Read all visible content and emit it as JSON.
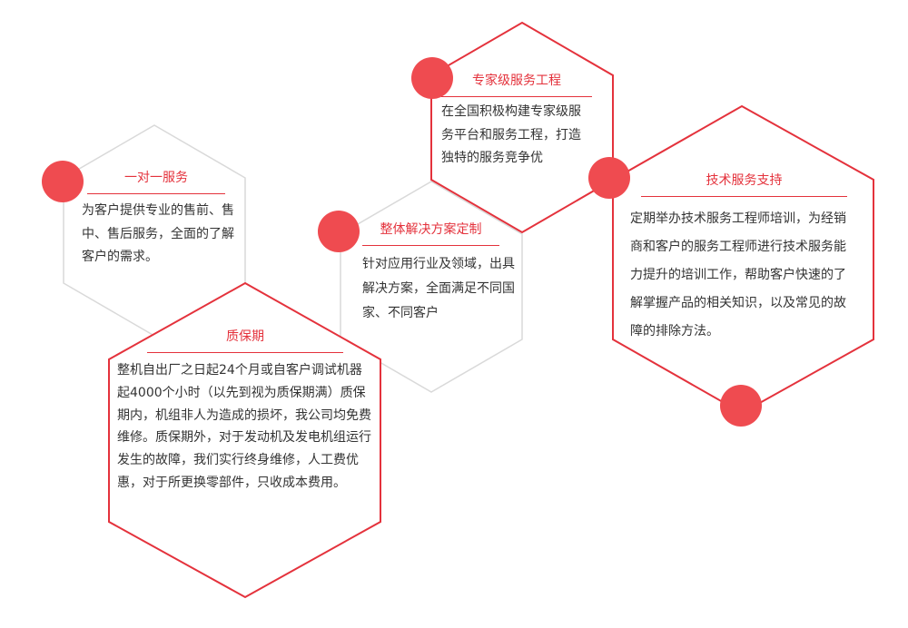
{
  "colors": {
    "accent": "#e4323c",
    "hex_border_gray": "#d9d9d9",
    "text": "#333333"
  },
  "cards": {
    "one_to_one": {
      "title": "一对一服务",
      "body": "为客户提供专业的售前、售中、售后服务，全面的了解客户的需求。"
    },
    "warranty": {
      "title": "质保期",
      "body": "整机自出厂之日起24个月或自客户调试机器起4000个小时（以先到视为质保期满）质保期内，机组非人为造成的损坏，我公司均免费维修。质保期外，对于发动机及发电机组运行发生的故障，我们实行终身维修，人工费优惠，对于所更换零部件，只收成本费用。"
    },
    "solution": {
      "title": "整体解决方案定制",
      "body": "针对应用行业及领域，出具解决方案，全面满足不同国家、不同客户"
    },
    "expert": {
      "title": "专家级服务工程",
      "body": "在全国积极构建专家级服务平台和服务工程，打造独特的服务竞争优"
    },
    "tech": {
      "title": "技术服务支持",
      "body": "定期举办技术服务工程师培训，为经销商和客户的服务工程师进行技术服务能力提升的培训工作，帮助客户快速的了解掌握产品的相关知识，以及常见的故障的排除方法。"
    }
  }
}
